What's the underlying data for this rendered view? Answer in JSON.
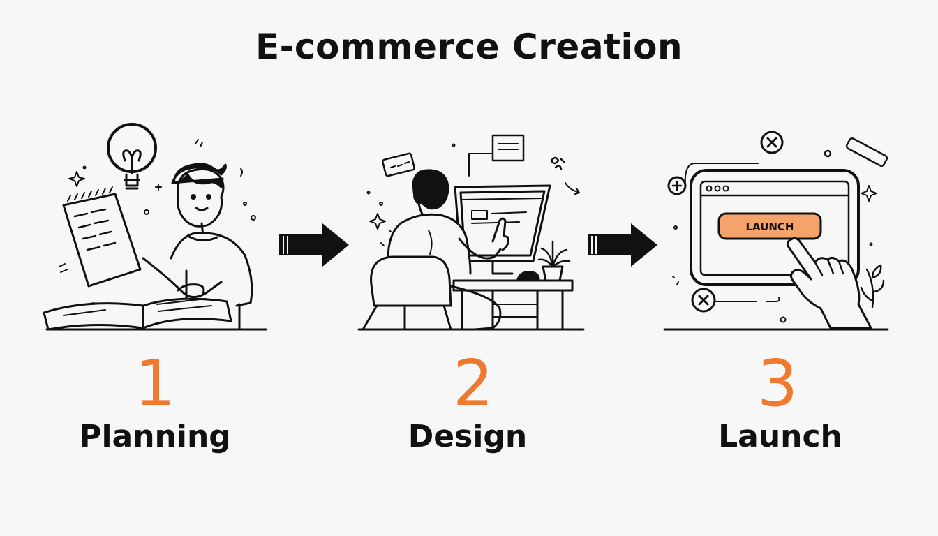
{
  "title": "E-commerce Creation",
  "steps": [
    {
      "number": "1",
      "label": "Planning",
      "icon": "person-with-notebook-and-lightbulb"
    },
    {
      "number": "2",
      "label": "Design",
      "icon": "person-at-computer"
    },
    {
      "number": "3",
      "label": "Launch",
      "icon": "hand-clicking-launch-button"
    }
  ],
  "launch_button_text": "LAUNCH",
  "colors": {
    "accent": "#ef7a2f",
    "ink": "#111111",
    "button": "#f4a46a",
    "background": "#f7f7f7"
  }
}
